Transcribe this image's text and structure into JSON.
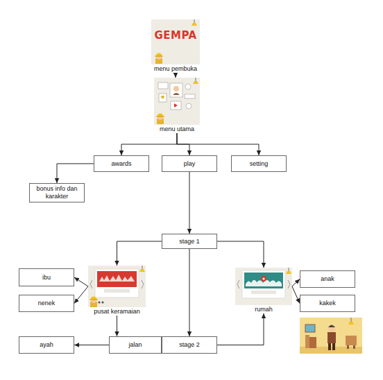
{
  "diagram": {
    "nodes": [
      {
        "text": [
          "GEMPA",
          "menu pembuka"
        ]
      },
      {
        "text": [
          "menu utama"
        ]
      },
      {
        "text": [
          "awards"
        ]
      },
      {
        "text": [
          "play"
        ]
      },
      {
        "text": [
          "setting"
        ]
      },
      {
        "text": [
          "bonus info dan karakter"
        ]
      },
      {
        "text": [
          "stage 1"
        ]
      },
      {
        "text": [
          "ibu"
        ]
      },
      {
        "text": [
          "nenek"
        ]
      },
      {
        "text": [
          "pusat keramaian"
        ]
      },
      {
        "text": [
          "rumah"
        ]
      },
      {
        "text": [
          "anak"
        ]
      },
      {
        "text": [
          "kakek"
        ]
      },
      {
        "text": [
          "jalan"
        ]
      },
      {
        "text": [
          "ayah"
        ]
      },
      {
        "text": [
          "stage 2"
        ]
      }
    ],
    "edges": [
      {
        "from": 0,
        "to": 1,
        "arrow": "to"
      },
      {
        "from": 1,
        "to": 2,
        "arrow": "to"
      },
      {
        "from": 1,
        "to": 3,
        "arrow": "to"
      },
      {
        "from": 1,
        "to": 4,
        "arrow": "to"
      },
      {
        "from": 2,
        "to": 5,
        "arrow": "to"
      },
      {
        "from": 3,
        "to": 6,
        "arrow": "to"
      },
      {
        "from": 6,
        "to": 9,
        "arrow": "to"
      },
      {
        "from": 6,
        "to": 15,
        "arrow": "to"
      },
      {
        "from": 6,
        "to": 10,
        "arrow": "to"
      },
      {
        "from": 9,
        "to": 7,
        "arrow": "to"
      },
      {
        "from": 9,
        "to": 8,
        "arrow": "to"
      },
      {
        "from": 9,
        "to": 13,
        "arrow": "to"
      },
      {
        "from": 13,
        "to": 14,
        "arrow": "to"
      },
      {
        "from": 15,
        "to": 10,
        "arrow": "to"
      },
      {
        "from": 10,
        "to": 11,
        "arrow": "to"
      },
      {
        "from": 10,
        "to": 12,
        "arrow": "to"
      }
    ]
  }
}
